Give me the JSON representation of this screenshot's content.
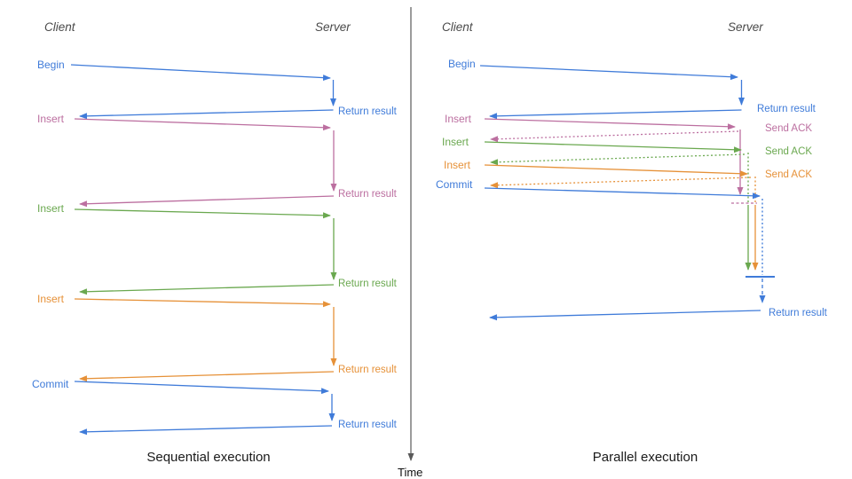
{
  "diagram": {
    "kind": "client-server sequence diagram comparison",
    "time_axis": {
      "label": "Time"
    },
    "colors": {
      "blue": "#3f7bd9",
      "pink": "#bc6fa0",
      "green": "#6aa84f",
      "orange": "#e69138",
      "axis_gray": "#595959",
      "header_gray": "#4a4a4a",
      "title_black": "#1a1a1a"
    },
    "left": {
      "title": "Sequential execution",
      "client": "Client",
      "server": "Server",
      "ops": [
        {
          "name": "Begin",
          "color": "#3f7bd9",
          "result": "Return result"
        },
        {
          "name": "Insert",
          "color": "#bc6fa0",
          "result": "Return result"
        },
        {
          "name": "Insert",
          "color": "#6aa84f",
          "result": "Return result"
        },
        {
          "name": "Insert",
          "color": "#e69138",
          "result": "Return result"
        },
        {
          "name": "Commit",
          "color": "#3f7bd9",
          "result": "Return result"
        }
      ]
    },
    "right": {
      "title": "Parallel execution",
      "client": "Client",
      "server": "Server",
      "ops": [
        {
          "name": "Begin",
          "color": "#3f7bd9",
          "response": "Return result"
        },
        {
          "name": "Insert",
          "color": "#bc6fa0",
          "response": "Send ACK"
        },
        {
          "name": "Insert",
          "color": "#6aa84f",
          "response": "Send ACK"
        },
        {
          "name": "Insert",
          "color": "#e69138",
          "response": "Send ACK"
        },
        {
          "name": "Commit",
          "color": "#3f7bd9",
          "response": "Return result"
        }
      ]
    }
  }
}
